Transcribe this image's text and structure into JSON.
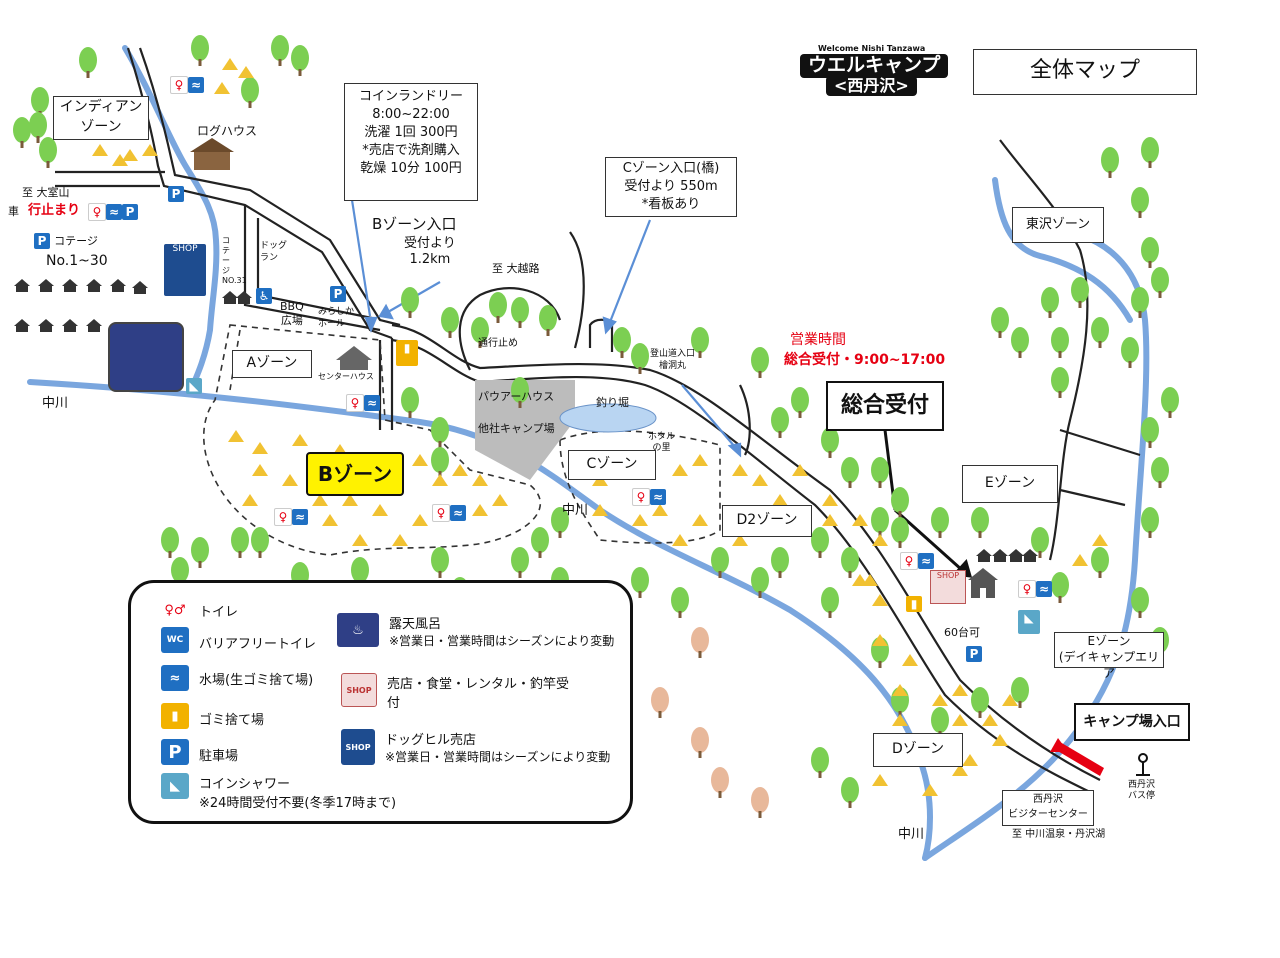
{
  "brand": {
    "logo_small": "Welcome Nishi Tanzawa",
    "logo_main": "ウエルキャンプ",
    "logo_sub": "<西丹沢>"
  },
  "map_title": "全体マップ",
  "zones": {
    "indian": "インディアン\nゾーン",
    "a": "Aゾーン",
    "b": "Bゾーン",
    "c": "Cゾーン",
    "d2": "D2ゾーン",
    "d": "Dゾーン",
    "e": "Eゾーン",
    "e_day": "Eゾーン\n(デイキャンプエリア",
    "higashizawa": "東沢ゾーン"
  },
  "labels": {
    "log_house": "ログハウス",
    "to_omuro": "至 大室山",
    "car_dead_end_prefix": "車",
    "dead_end": "行止まり",
    "cottage": "コテージ",
    "cottage_no": "No.1~30",
    "nakagawa_1": "中川",
    "nakagawa_2": "中川",
    "nakagawa_3": "中川",
    "dog_run": "ドッグ\nラン",
    "cottage_vert": "コテージ\nNO.31",
    "bbq": "BBQ\n広場",
    "mirashika": "みらしか\nホール",
    "center_house": "センターハウス",
    "to_ookoshi": "至 大越路",
    "no_entry": "通行止め",
    "power_house": "パウアーハウス",
    "other_camp": "他社キャンプ場",
    "fishing_pond": "釣り堀",
    "hotaru": "ホタル\nの里",
    "tozandou": "登山道入口\n檜洞丸",
    "hours_title": "営業時間",
    "hours": "総合受付・9:00~17:00",
    "reception": "総合受付",
    "parking_60": "60台可",
    "camp_entrance": "キャンプ場入口",
    "bus_stop": "西丹沢\nバス停",
    "visitor_center": "西丹沢\nビジターセンター",
    "to_onsen": "至 中川温泉・丹沢湖"
  },
  "callouts": {
    "laundry": "コインランドリー\n8:00~22:00\n洗濯 1回 300円\n*売店で洗剤購入\n乾燥 10分 100円",
    "b_entrance_title": "Bゾーン入口",
    "b_entrance_sub": "受付より\n1.2km",
    "c_entrance": "Cゾーン入口(橋)\n受付より 550m\n*看板あり"
  },
  "legend": {
    "toilet": "トイレ",
    "barrier_free": "バリアフリートイレ",
    "water": "水場(生ゴミ捨て場)",
    "trash": "ゴミ捨て場",
    "parking": "駐車場",
    "shower": "コインシャワー",
    "shower_note": "※24時間受付不要(冬季17時まで)",
    "bath": "露天風呂",
    "bath_note": "※営業日・営業時間はシーズンにより変動",
    "shop": "売店・食堂・レンタル・釣竿受\n付",
    "dog_shop": "ドッグヒル売店",
    "dog_shop_note": "※営業日・営業時間はシーズンにより変動",
    "shop_sign": "SHOP",
    "wc_sign": "WC",
    "p_sign": "P"
  },
  "colors": {
    "river": "#7aa6de",
    "road": "#222222",
    "tree": "#7ccf52",
    "tent": "#f1c232",
    "accent_red": "#e60012",
    "highlight": "#fff200",
    "arrow": "#5b8fd6"
  }
}
